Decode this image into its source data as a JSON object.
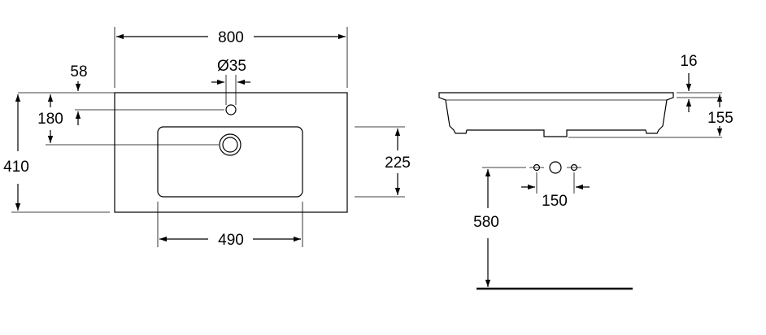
{
  "dimensions": {
    "width": "800",
    "tap_hole_offset": "58",
    "tap_hole_diameter": "Ø35",
    "drain_offset": "180",
    "depth": "410",
    "bowl_depth": "225",
    "bowl_width": "490",
    "rim_thickness": "16",
    "height": "155",
    "tap_spacing": "150",
    "install_height": "580"
  }
}
